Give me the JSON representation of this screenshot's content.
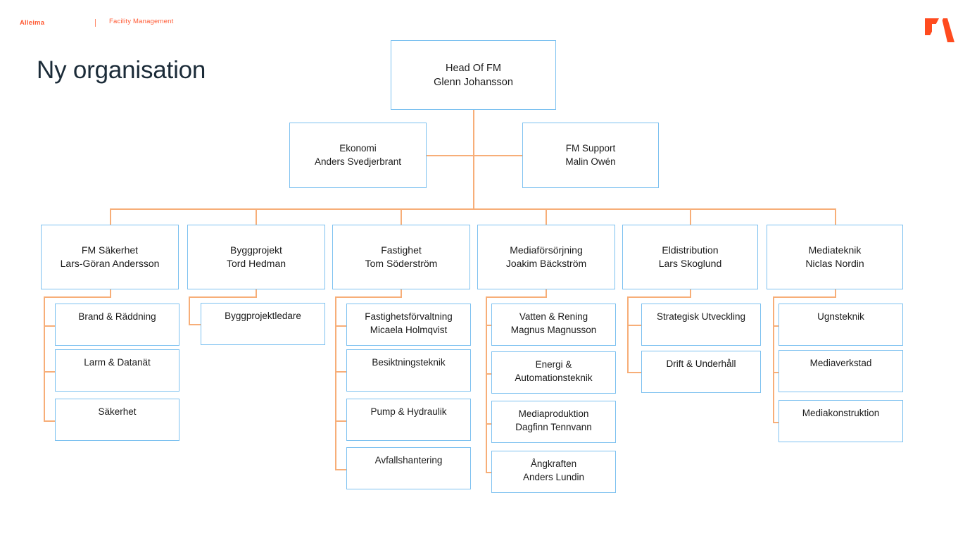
{
  "header": {
    "brand": "Alleima",
    "separator": "|",
    "subtitle": "Facility Management",
    "logo_name": "alleima-logo",
    "brand_color": "#FF5B35"
  },
  "title": "Ny organisation",
  "theme": {
    "box_border": "#7DC1F0",
    "connector": "#F7AE78",
    "title_color": "#1B2B38",
    "text_color": "#1A1A1A",
    "background": "#FFFFFF"
  },
  "org": {
    "root": {
      "role": "Head Of FM",
      "person": "Glenn Johansson"
    },
    "staff": [
      {
        "role": "Ekonomi",
        "person": "Anders Svedjerbrant"
      },
      {
        "role": "FM Support",
        "person": "Malin Owén"
      }
    ],
    "columns": [
      {
        "role": "FM Säkerhet",
        "person": "Lars-Göran Andersson",
        "children": [
          {
            "role": "Brand & Räddning",
            "person": ""
          },
          {
            "role": "Larm & Datanät",
            "person": ""
          },
          {
            "role": "Säkerhet",
            "person": ""
          }
        ]
      },
      {
        "role": "Byggprojekt",
        "person": "Tord Hedman",
        "children": [
          {
            "role": "Byggprojektledare",
            "person": ""
          }
        ]
      },
      {
        "role": "Fastighet",
        "person": "Tom Söderström",
        "children": [
          {
            "role": "Fastighetsförvaltning",
            "person": "Micaela Holmqvist"
          },
          {
            "role": "Besiktningsteknik",
            "person": ""
          },
          {
            "role": "Pump & Hydraulik",
            "person": ""
          },
          {
            "role": "Avfallshantering",
            "person": ""
          }
        ]
      },
      {
        "role": "Mediaförsörjning",
        "person": "Joakim Bäckström",
        "children": [
          {
            "role": "Vatten & Rening",
            "person": "Magnus Magnusson"
          },
          {
            "role": "Energi &\nAutomationsteknik",
            "person": ""
          },
          {
            "role": "Mediaproduktion",
            "person": "Dagfinn Tennvann"
          },
          {
            "role": "Ångkraften",
            "person": "Anders Lundin"
          }
        ]
      },
      {
        "role": "Eldistribution",
        "person": "Lars Skoglund",
        "children": [
          {
            "role": "Strategisk Utveckling",
            "person": ""
          },
          {
            "role": "Drift & Underhåll",
            "person": ""
          }
        ]
      },
      {
        "role": "Mediateknik",
        "person": "Niclas Nordin",
        "children": [
          {
            "role": "Ugnsteknik",
            "person": ""
          },
          {
            "role": "Mediaverkstad",
            "person": ""
          },
          {
            "role": "Mediakonstruktion",
            "person": ""
          }
        ]
      }
    ]
  }
}
